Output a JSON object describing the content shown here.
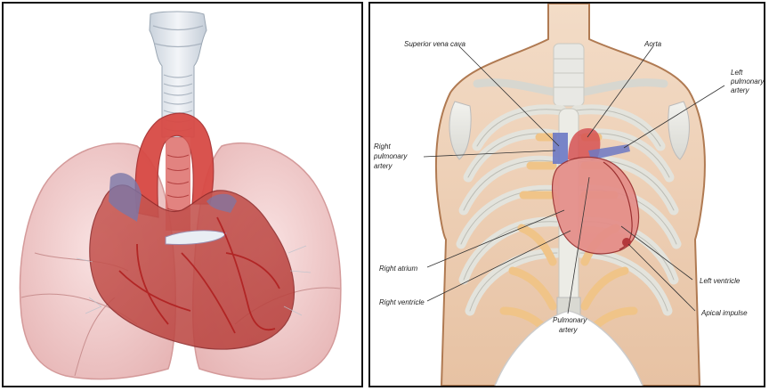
{
  "right_panel": {
    "labels": {
      "superior_vena_cava": "Superior vena cava",
      "aorta": "Aorta",
      "left_pulmonary_artery": [
        "Left",
        "pulmonary",
        "artery"
      ],
      "right_pulmonary_artery": [
        "Right",
        "pulmonary",
        "artery"
      ],
      "right_atrium": "Right atrium",
      "right_ventricle": "Right ventricle",
      "left_ventricle": "Left ventricle",
      "apical_impulse": "Apical impulse",
      "pulmonary_artery": [
        "Pulmonary",
        "artery"
      ]
    }
  }
}
